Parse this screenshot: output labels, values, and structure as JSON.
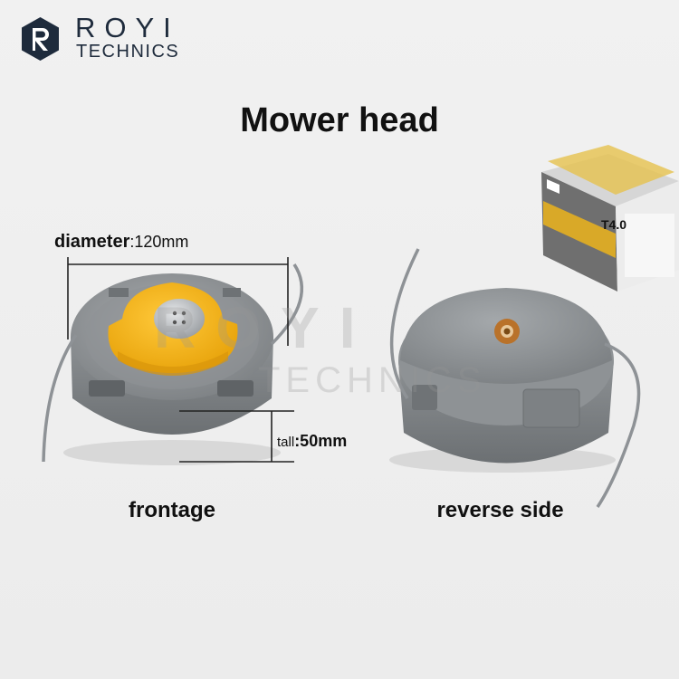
{
  "brand": {
    "name": "ROYI",
    "sub": "TECHNICS",
    "logo_letter": "R"
  },
  "title": "Mower head",
  "dimensions": {
    "diameter_label": "diameter",
    "diameter_value": ":120mm",
    "tall_label": "tall",
    "tall_value": ":50mm"
  },
  "captions": {
    "front": "frontage",
    "back": "reverse side"
  },
  "box": {
    "model": "T4.0"
  },
  "colors": {
    "product_gray": "#8f9396",
    "spool_yellow": "#f2b21a",
    "brand_dark": "#1e2b3c",
    "box_gold": "#d9a928"
  }
}
